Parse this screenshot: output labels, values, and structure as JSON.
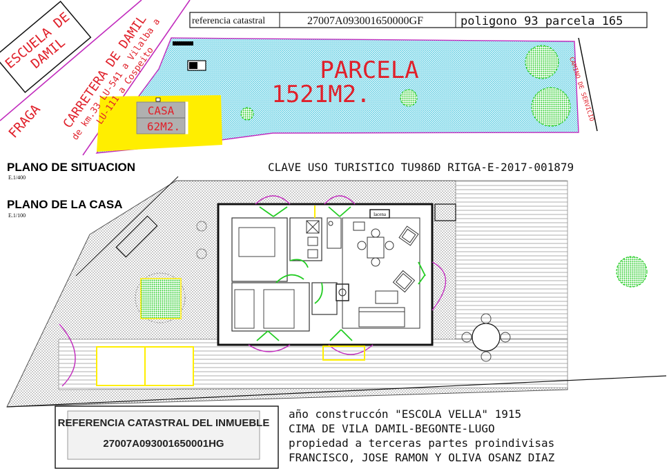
{
  "header": {
    "ref_label": "referencia catastral",
    "ref_code": "27007A093001650000GF",
    "poligono": "poligono 93 parcela 165"
  },
  "labels": {
    "escuela": [
      "ESCUELA DE",
      "DAMIL"
    ],
    "carretera": [
      "CARRETERA DE DAMIL",
      "de km.33 LU-541 a Vilalba a",
      "LU-111 a Cospeito"
    ],
    "fraga": "FRAGA",
    "camino": "CAMINO DE SERVICIO",
    "parcela_title": "PARCELA",
    "parcela_area": "1521M2.",
    "casa_title": "CASA",
    "casa_area": "62M2.",
    "plano_situacion": "PLANO DE SITUACION",
    "escala_situacion": "E.1/400",
    "plano_casa": "PLANO DE LA CASA",
    "escala_casa": "E.1/100",
    "clave": "CLAVE USO TURISTICO TU986D RITGA-E-2017-001879",
    "lacena": "lacena"
  },
  "stamp": {
    "title": "REFERENCIA CATASTRAL DEL INMUEBLE",
    "code": "27007A093001650001HG"
  },
  "footer": {
    "lines": [
      "año construccón \"ESCOLA VELLA\" 1915",
      "CIMA DE VILA DAMIL-BEGONTE-LUGO",
      "propiedad a terceras partes proindivisas",
      "FRANCISCO, JOSE RAMON Y OLIVA OSANZ DIAZ"
    ]
  },
  "colors": {
    "accent_red": "#e0202a",
    "magenta": "#c12bbd",
    "plot_cyan": "#6fd4e6",
    "yellow": "#ffee00",
    "green": "#22cc22",
    "gray_fill": "#b0b0b0"
  }
}
